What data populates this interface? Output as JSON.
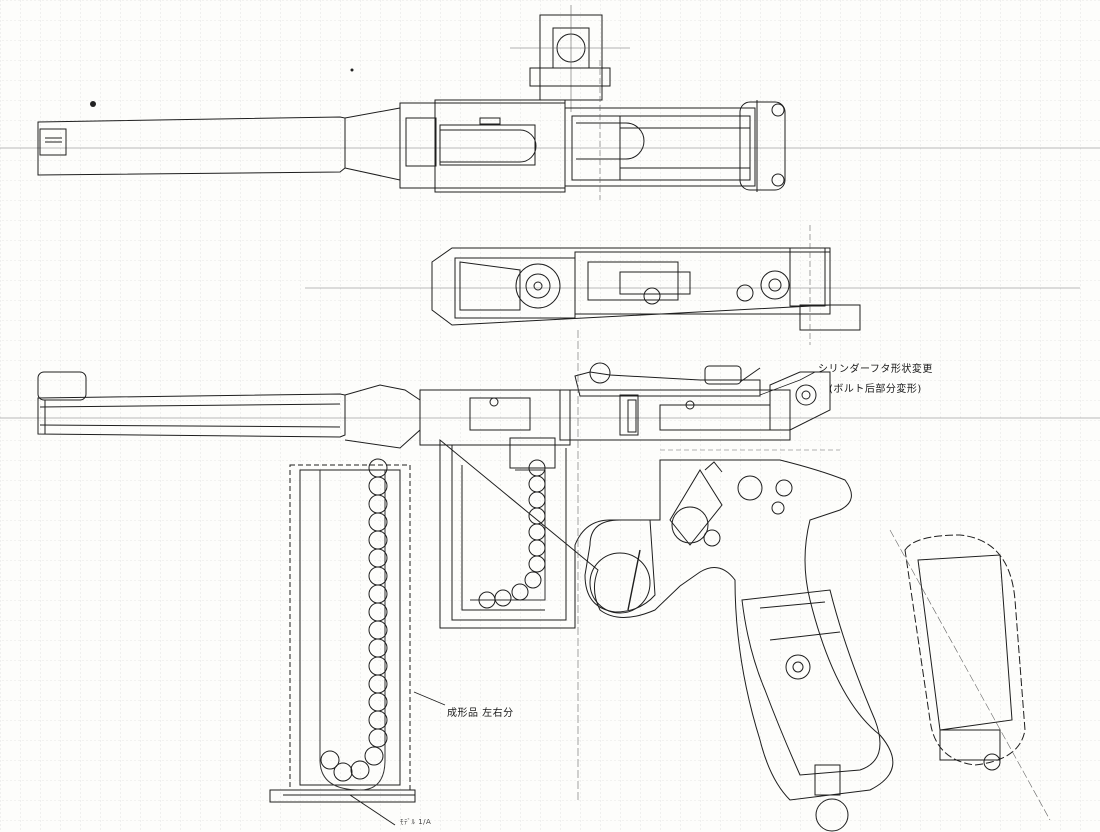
{
  "drawing": {
    "annotations": {
      "cylinder_note": "シリンダーフタ形状変更",
      "bolt_note": "(ボルト后部分変形)",
      "magazine_note": "成形品 左右分",
      "corner_note": "ﾓﾃﾞﾙ 1/A"
    },
    "colors": {
      "paper": "#fdfdfb",
      "grid": "#c9c9c9",
      "ink": "#1e1e1e",
      "light_ink": "#555555"
    }
  }
}
